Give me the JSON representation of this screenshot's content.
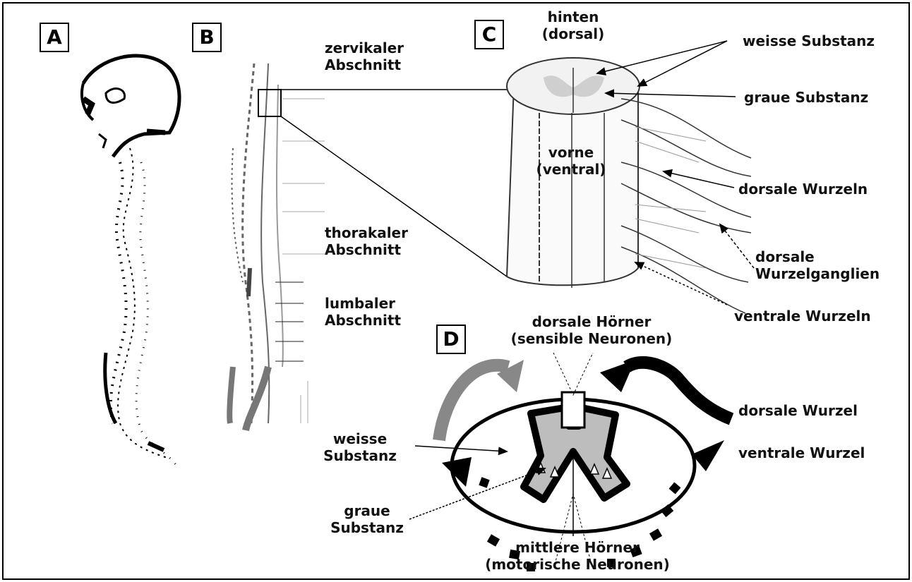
{
  "panels": {
    "a": "A",
    "b": "B",
    "c": "C",
    "d": "D"
  },
  "panel_b": {
    "cervical": [
      "zervikaler",
      "Abschnitt"
    ],
    "thoracic": [
      "thorakaler",
      "Abschnitt"
    ],
    "lumbar": [
      "lumbaler",
      "Abschnitt"
    ]
  },
  "panel_c": {
    "back": [
      "hinten",
      "(dorsal)"
    ],
    "front": [
      "vorne",
      "(ventral)"
    ],
    "white_matter": "weisse Substanz",
    "grey_matter": "graue Substanz",
    "dorsal_roots": "dorsale Wurzeln",
    "dorsal_root_ganglia": [
      "dorsale",
      "Wurzelganglien"
    ],
    "ventral_roots": "ventrale Wurzeln"
  },
  "panel_d": {
    "dorsal_horns": [
      "dorsale Hörner",
      "(sensible Neuronen)"
    ],
    "dorsal_root": "dorsale Wurzel",
    "ventral_root": "ventrale Wurzel",
    "white_matter": [
      "weisse",
      "Substanz"
    ],
    "grey_matter": [
      "graue",
      "Substanz"
    ],
    "middle_horns": [
      "mittlere Hörner",
      "(motorische Neuronen)"
    ]
  },
  "colors": {
    "ink": "#000000",
    "grey_matter": "#bdbdbd",
    "cord_fill": "#f4f4f4",
    "arrow_grey": "#8a8a8a"
  }
}
